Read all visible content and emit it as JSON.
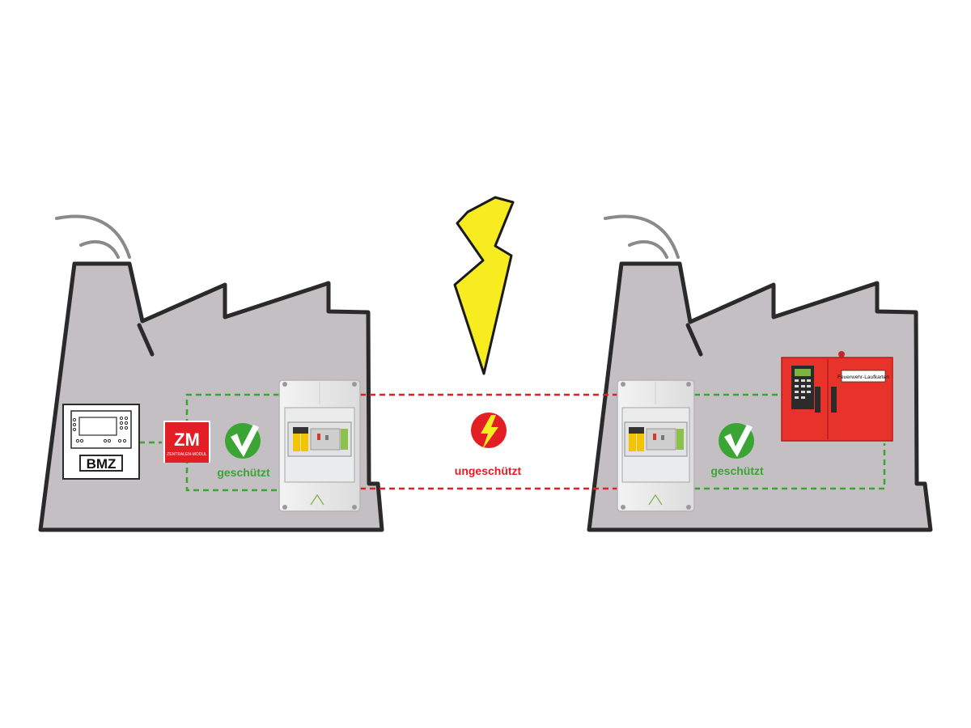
{
  "colors": {
    "building_fill": "#c4bfc2",
    "building_stroke": "#2a2a2a",
    "smoke": "#8a8a8a",
    "protected_green": "#3aa535",
    "unprotected_red": "#e31e24",
    "bolt_yellow": "#f6ec1f",
    "panel_red": "#e8332a"
  },
  "left_building": {
    "bmz_label": "BMZ",
    "zm_logo_text": "ZM",
    "zm_logo_subtext": "ZENTRALEN-MODUL",
    "status_label": "geschützt",
    "status_icon": "check-icon",
    "box_icon": "surge-protection-box-icon"
  },
  "middle": {
    "status_label": "ungeschützt",
    "status_icon": "lightning-warning-icon",
    "sky_icon": "lightning-bolt-icon"
  },
  "right_building": {
    "status_label": "geschützt",
    "status_icon": "check-icon",
    "box_icon": "surge-protection-box-icon",
    "cabinet_label": "Feuerwehr-Laufkarten"
  }
}
